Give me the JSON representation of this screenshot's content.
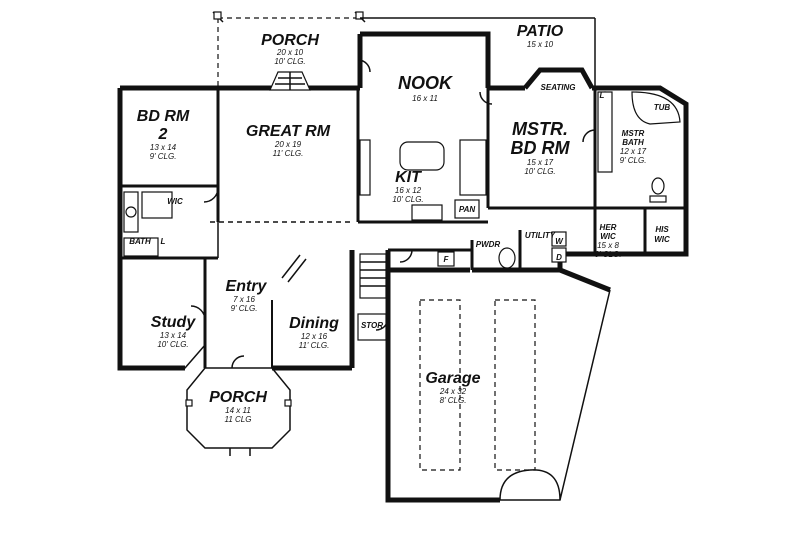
{
  "rooms": {
    "porch_rear": {
      "name": "PORCH",
      "dims": "20 x 10",
      "clg": "10' CLG."
    },
    "patio": {
      "name": "PATIO",
      "dims": "15 x 10"
    },
    "nook": {
      "name": "NOOK",
      "dims": "16 x 11"
    },
    "bd_rm2": {
      "name_line1": "BD RM",
      "name_line2": "2",
      "dims": "13 x 14",
      "clg": "9' CLG."
    },
    "great_rm": {
      "name": "GREAT RM",
      "dims": "20 x 19",
      "clg": "11' CLG."
    },
    "kit": {
      "name": "KIT",
      "dims": "16 x 12",
      "clg": "10' CLG."
    },
    "mstr_bd_rm": {
      "name_line1": "MSTR.",
      "name_line2": "BD RM",
      "dims": "15 x 17",
      "clg": "10' CLG."
    },
    "mstr_bath": {
      "name_line1": "MSTR",
      "name_line2": "BATH",
      "dims": "12 x 17",
      "clg": "9' CLG."
    },
    "entry": {
      "name": "Entry",
      "dims": "7 x 16",
      "clg": "9' CLG."
    },
    "study": {
      "name": "Study",
      "dims": "13 x 14",
      "clg": "10' CLG."
    },
    "dining": {
      "name": "Dining",
      "dims": "12 x 16",
      "clg": "11' CLG."
    },
    "garage": {
      "name": "Garage",
      "dims": "24 x 32",
      "clg": "8' CLG."
    },
    "porch_front": {
      "name": "PORCH",
      "dims": "14 x 11",
      "clg": "11 CLG"
    },
    "her_wic": {
      "name_line1": "HER",
      "name_line2": "WIC",
      "dims": "15 x 8",
      "clg": "9' CLG."
    },
    "his_wic": {
      "name_line1": "HIS",
      "name_line2": "WIC"
    }
  },
  "labels": {
    "seating": "SEATING",
    "tub": "TUB",
    "wic": "WIC",
    "bath": "BATH",
    "pan": "PAN",
    "pwdr": "PWDR",
    "utility": "UTILITY",
    "stor": "STOR",
    "f": "F",
    "l1": "L",
    "l2": "L",
    "w": "W",
    "d": "D"
  },
  "colors": {
    "ink": "#111111",
    "paper": "#ffffff"
  }
}
